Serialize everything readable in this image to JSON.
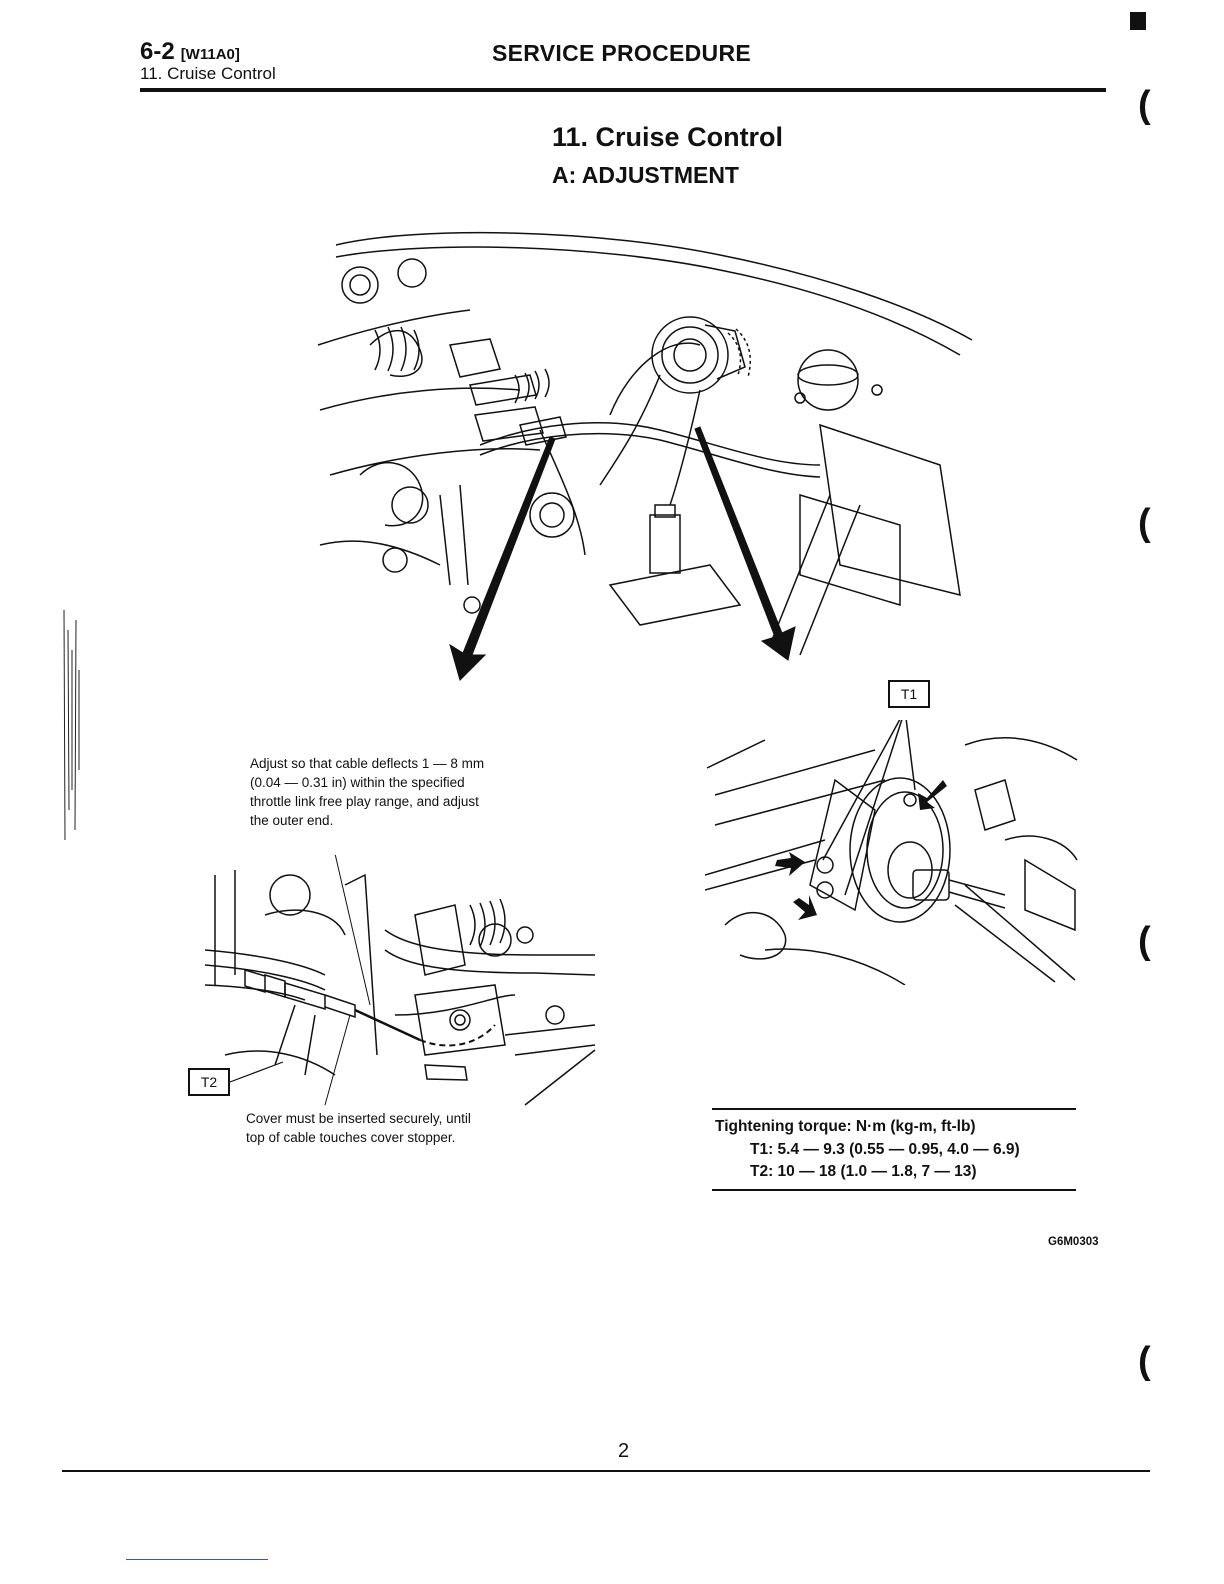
{
  "header": {
    "page_code": "6-2",
    "ref_code": "[W11A0]",
    "subsection": "11. Cruise Control",
    "title": "SERVICE PROCEDURE"
  },
  "section": {
    "title": "11. Cruise Control",
    "subtitle": "A: ADJUSTMENT"
  },
  "figure": {
    "label_t1": "T1",
    "label_t2": "T2",
    "note_adjust": "Adjust so that cable deflects 1 — 8 mm (0.04 — 0.31 in) within the specified throttle link free play range, and adjust the outer end.",
    "note_cover": "Cover must be inserted securely, until top of cable touches cover stopper.",
    "code": "G6M0303"
  },
  "torque": {
    "title": "Tightening torque: N·m (kg-m, ft-lb)",
    "t1": "T1:  5.4 — 9.3 (0.55 — 0.95, 4.0 — 6.9)",
    "t2": "T2:  10 — 18 (1.0 — 1.8, 7 — 13)"
  },
  "footer": {
    "page_number": "2"
  }
}
